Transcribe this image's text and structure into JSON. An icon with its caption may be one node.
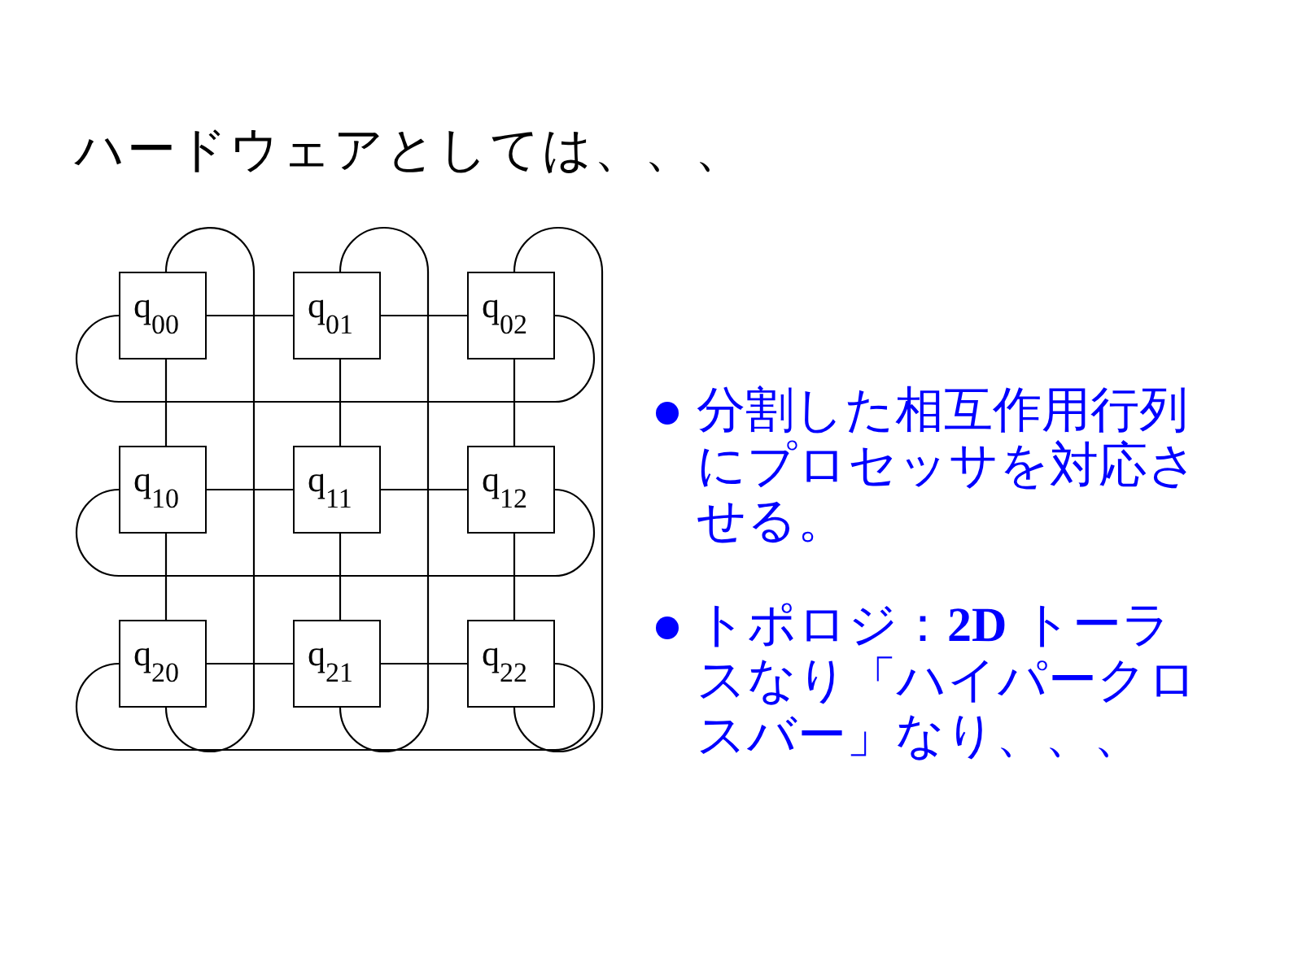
{
  "diagram": {
    "title": "ハードウェアとしては、、、",
    "nodes": [
      {
        "text": [
          "q$_{00}$"
        ]
      },
      {
        "text": [
          "q$_{01}$"
        ]
      },
      {
        "text": [
          "q$_{02}$"
        ]
      },
      {
        "text": [
          "q$_{10}$"
        ]
      },
      {
        "text": [
          "q$_{11}$"
        ]
      },
      {
        "text": [
          "q$_{12}$"
        ]
      },
      {
        "text": [
          "q$_{20}$"
        ]
      },
      {
        "text": [
          "q$_{21}$"
        ]
      },
      {
        "text": [
          "q$_{22}$"
        ]
      }
    ],
    "edges": [
      {
        "from": 0,
        "to": 1,
        "arrow": "none"
      },
      {
        "from": 1,
        "to": 2,
        "arrow": "none"
      },
      {
        "from": 0,
        "to": 2,
        "arrow": "none"
      },
      {
        "from": 3,
        "to": 4,
        "arrow": "none"
      },
      {
        "from": 4,
        "to": 5,
        "arrow": "none"
      },
      {
        "from": 3,
        "to": 5,
        "arrow": "none"
      },
      {
        "from": 6,
        "to": 7,
        "arrow": "none"
      },
      {
        "from": 7,
        "to": 8,
        "arrow": "none"
      },
      {
        "from": 6,
        "to": 8,
        "arrow": "none"
      },
      {
        "from": 0,
        "to": 3,
        "arrow": "none"
      },
      {
        "from": 3,
        "to": 6,
        "arrow": "none"
      },
      {
        "from": 0,
        "to": 6,
        "arrow": "none"
      },
      {
        "from": 1,
        "to": 4,
        "arrow": "none"
      },
      {
        "from": 4,
        "to": 7,
        "arrow": "none"
      },
      {
        "from": 1,
        "to": 7,
        "arrow": "none"
      },
      {
        "from": 2,
        "to": 5,
        "arrow": "none"
      },
      {
        "from": 5,
        "to": 8,
        "arrow": "none"
      },
      {
        "from": 2,
        "to": 8,
        "arrow": "none"
      }
    ],
    "labels": [
      "分割した相互作用行列にプロセッサを対応させる。",
      "トポロジ：**2D** トーラスなり「ハイパークロスバー」なり、、、"
    ]
  }
}
